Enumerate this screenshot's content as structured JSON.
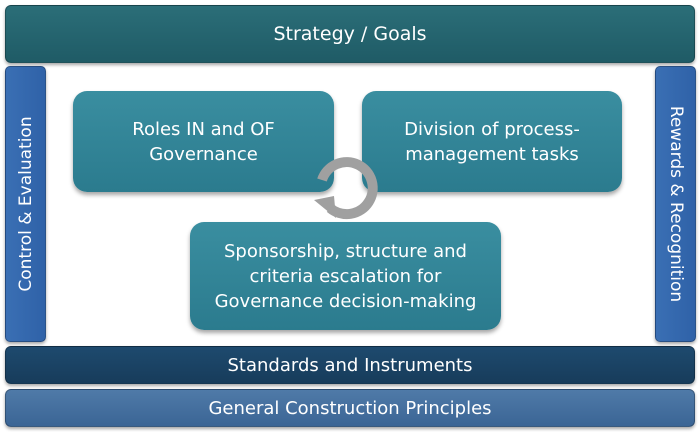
{
  "top": {
    "label": "Strategy / Goals"
  },
  "left_pillar": {
    "label": "Control & Evaluation"
  },
  "right_pillar": {
    "label": "Rewards & Recognition"
  },
  "boxes": {
    "roles": "Roles IN and OF\nGovernance",
    "division": "Division of process-\nmanagement tasks",
    "sponsorship": "Sponsorship, structure and\ncriteria escalation for\nGovernance decision-making"
  },
  "bottom": {
    "standards": "Standards and Instruments",
    "principles": "General Construction Principles"
  },
  "icons": {
    "cycle": "cycle-arrow-icon"
  },
  "colors": {
    "top_bar": "#266571",
    "pillars": "#3467ad",
    "boxes": "#3286989",
    "standards_bar": "#1a4263",
    "principles_bar": "#456f9f",
    "cycle_arrow": "#a0a0a0"
  }
}
